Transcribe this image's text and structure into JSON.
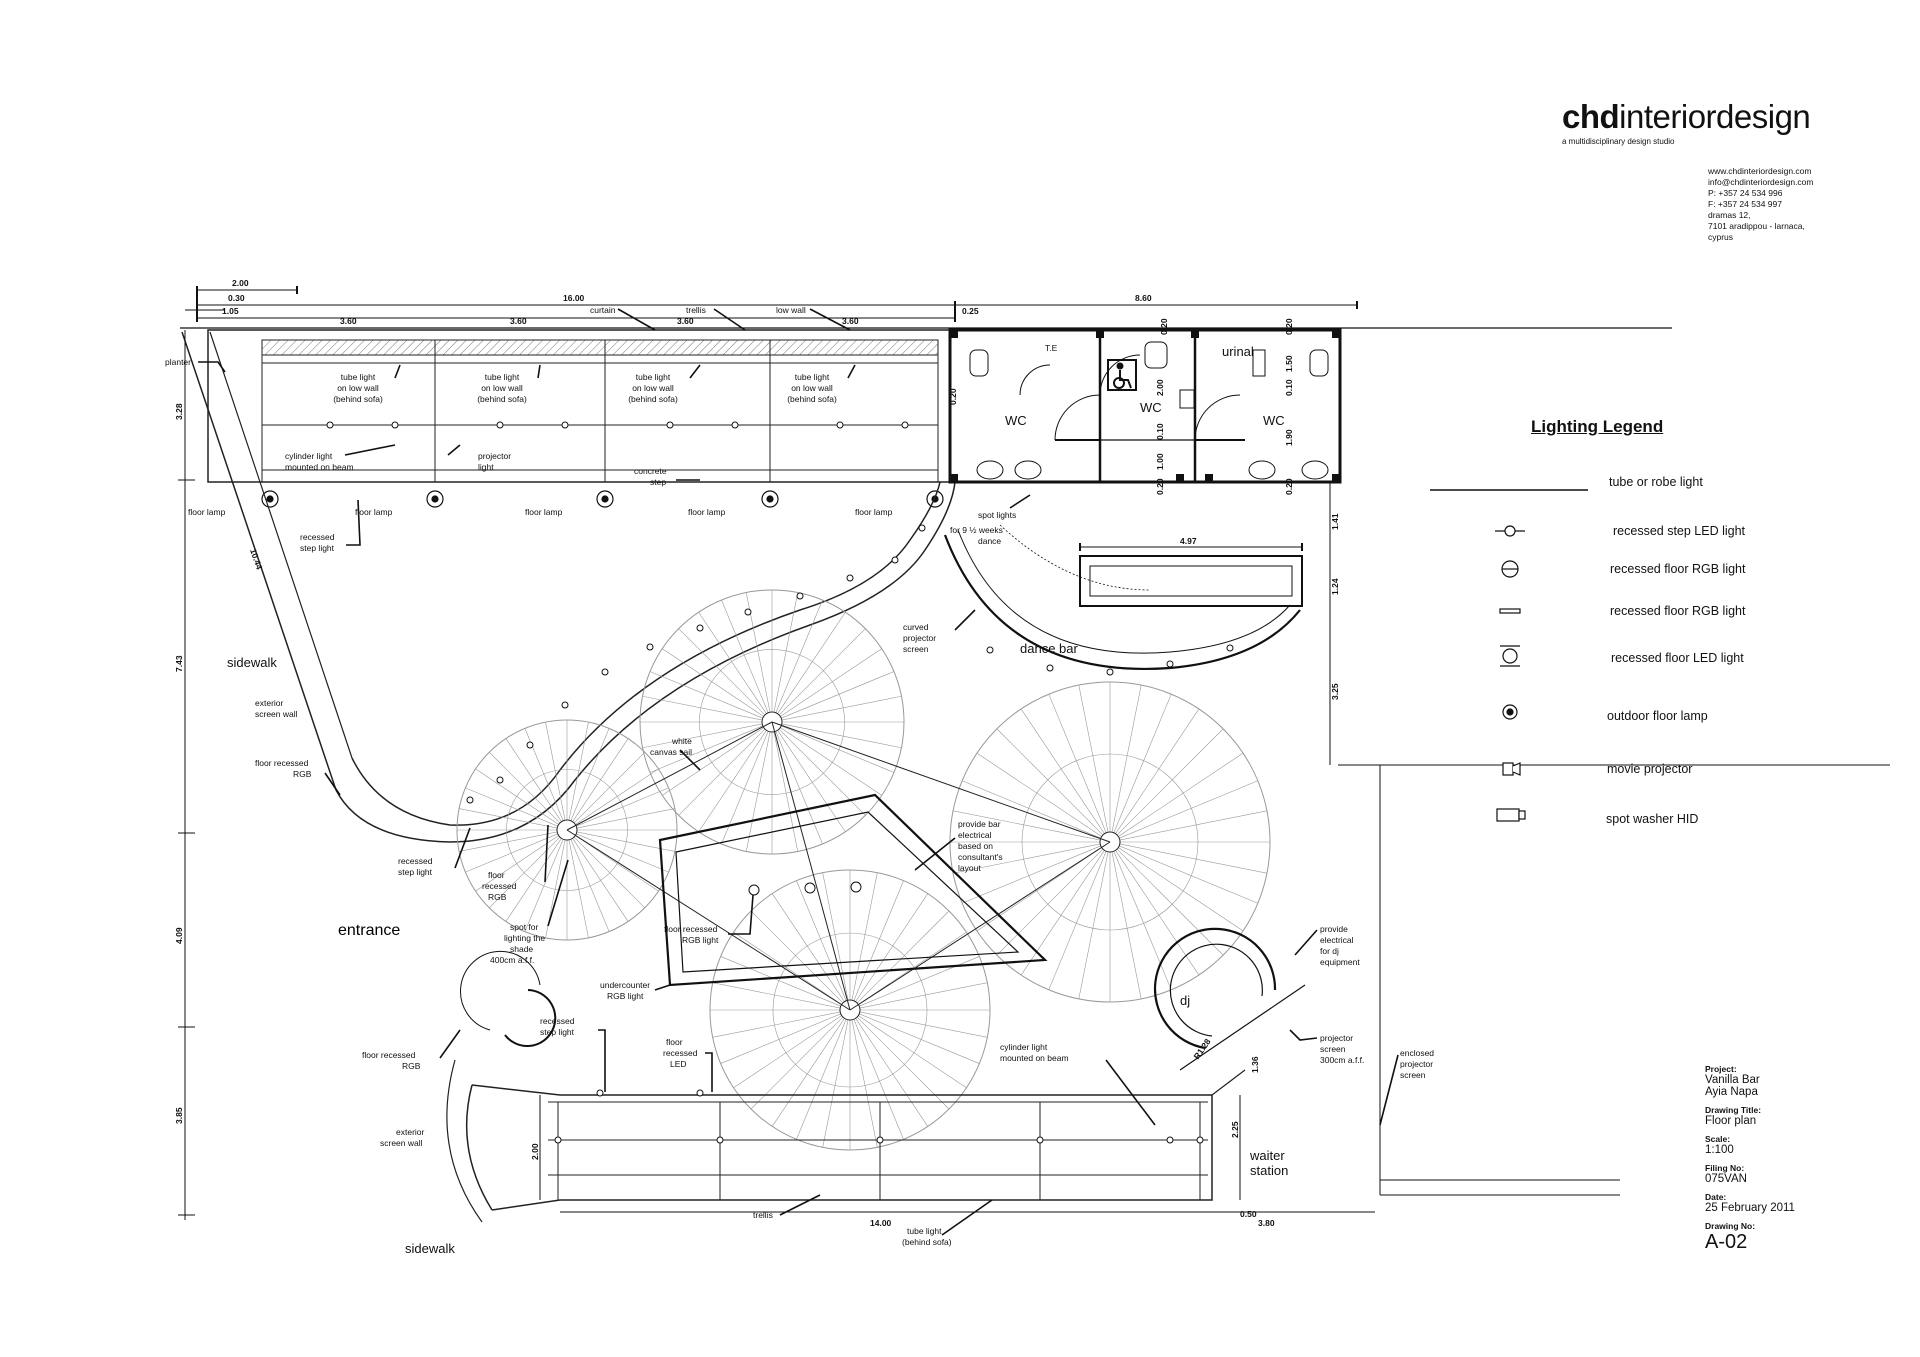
{
  "firm": {
    "name_bold": "chd",
    "name_regular": "interiordesign",
    "tagline": "a multidisciplinary design studio",
    "contact": [
      "www.chdinteriordesign.com",
      "info@chdinteriordesign.com",
      "P: +357 24 534 996",
      "F: +357 24 534 997",
      "dramas 12,",
      "7101 aradippou - larnaca,",
      "cyprus"
    ]
  },
  "legend": {
    "title": "Lighting Legend",
    "items": [
      {
        "label": "tube or robe light",
        "icon": "line-icon"
      },
      {
        "label": "recessed step LED light",
        "icon": "step-led-icon"
      },
      {
        "label": "recessed floor RGB light",
        "icon": "floor-rgb-circle-icon"
      },
      {
        "label": "recessed floor RGB light",
        "icon": "floor-rgb-bar-icon"
      },
      {
        "label": "recessed floor LED light",
        "icon": "floor-led-icon"
      },
      {
        "label": "outdoor floor lamp",
        "icon": "floor-lamp-icon"
      },
      {
        "label": "movie projector",
        "icon": "projector-icon"
      },
      {
        "label": "spot washer HID",
        "icon": "spot-washer-icon"
      }
    ]
  },
  "title_block": {
    "project_label": "Project:",
    "project": [
      "Vanilla Bar",
      "Ayia Napa"
    ],
    "drawing_title_label": "Drawing Title:",
    "drawing_title": "Floor plan",
    "scale_label": "Scale:",
    "scale": "1:100",
    "filing_label": "Filing No:",
    "filing": "075VAN",
    "date_label": "Date:",
    "date": "25 February 2011",
    "drawing_no_label": "Drawing No:",
    "drawing_no": "A-02"
  },
  "plan": {
    "rooms": {
      "wc1": "WC",
      "wc2": "WC",
      "wc3": "WC",
      "te": "T.E",
      "urinal": "urinal",
      "dj": "dj",
      "dance_bar": "dance bar",
      "waiter_station": [
        "waiter",
        "station"
      ],
      "entrance": "entrance",
      "sidewalk_1": "sidewalk",
      "sidewalk_2": "sidewalk"
    },
    "annotations": {
      "planter": "planter",
      "curtain": "curtain",
      "trellis_top": "trellis",
      "low_wall": "low wall",
      "tube_light_low_wall": [
        "tube light",
        "on low wall",
        "(behind sofa)"
      ],
      "cylinder_light_beam": [
        "cylinder light",
        "mounted on beam"
      ],
      "projector_light": [
        "projector",
        "light"
      ],
      "concrete_step": [
        "concrete",
        "step"
      ],
      "floor_lamp": "floor lamp",
      "recessed_step_light": [
        "recessed",
        "step light"
      ],
      "spot_lights": [
        "spot lights",
        "for 9 ½ weeks",
        "dance"
      ],
      "curved_projector_screen": [
        "curved",
        "projector",
        "screen"
      ],
      "exterior_screen_wall": [
        "exterior",
        "screen wall"
      ],
      "floor_recessed_rgb": [
        "floor recessed",
        "RGB"
      ],
      "white_canvas_sail": [
        "white",
        "canvas sail"
      ],
      "recessed_step_light_2": [
        "recessed",
        "step light"
      ],
      "floor_recessed_rgb_2": [
        "floor",
        "recessed",
        "RGB"
      ],
      "spot_for_lighting_shade": [
        "spot for",
        "lighting the",
        "shade",
        "400cm a.f.f."
      ],
      "provide_bar_electrical": [
        "provide bar",
        "electrical",
        "based on",
        "consultant's",
        "layout"
      ],
      "floor_recessed_rgb_light": [
        "floor recessed",
        "RGB light"
      ],
      "undercounter_rgb_light": [
        "undercounter",
        "RGB light"
      ],
      "provide_electrical_dj": [
        "provide",
        "electrical",
        "for dj",
        "equipment"
      ],
      "projector_screen": [
        "projector",
        "screen",
        "300cm a.f.f."
      ],
      "enclosed_projector_screen": [
        "enclosed",
        "projector",
        "screen"
      ],
      "recessed_step_light_3": [
        "recessed",
        "step light"
      ],
      "floor_recessed_led": [
        "floor",
        "recessed",
        "LED"
      ],
      "cylinder_light_beam_2": [
        "cylinder light",
        "mounted on beam"
      ],
      "floor_recessed_rgb_3": [
        "floor recessed",
        "RGB"
      ],
      "exterior_screen_wall_2": [
        "exterior",
        "screen wall"
      ],
      "trellis_bottom": "trellis",
      "tube_light_behind_sofa": [
        "tube light",
        "(behind sofa)"
      ]
    },
    "dimensions": {
      "d200_top": "2.00",
      "d030": "0.30",
      "d105": "1.05",
      "d1600": "16.00",
      "d860": "8.60",
      "d025": "0.25",
      "d360": [
        "3.60",
        "3.60",
        "3.60",
        "3.60"
      ],
      "d497": "4.97",
      "d328": "3.28",
      "d1044": "10.44",
      "d743": "7.43",
      "d409": "4.09",
      "d385": "3.85",
      "d141": "1.41",
      "d124": "1.24",
      "d325": "3.25",
      "wc_020_a": "0.20",
      "wc_020_b": "0.20",
      "wc_020_c": "0.20",
      "wc_200": "2.00",
      "wc_010_a": "0.10",
      "wc_100": "1.00",
      "wc_020_d": "0.20",
      "wc_150": "1.50",
      "wc_010_b": "0.10",
      "wc_190": "1.90",
      "wc_020_e": "0.20",
      "d1400": "14.00",
      "d380": "3.80",
      "d050": "0.50",
      "d200_bottom": "2.00",
      "d225": "2.25",
      "r128": "R1.28",
      "d136": "1.36"
    }
  }
}
